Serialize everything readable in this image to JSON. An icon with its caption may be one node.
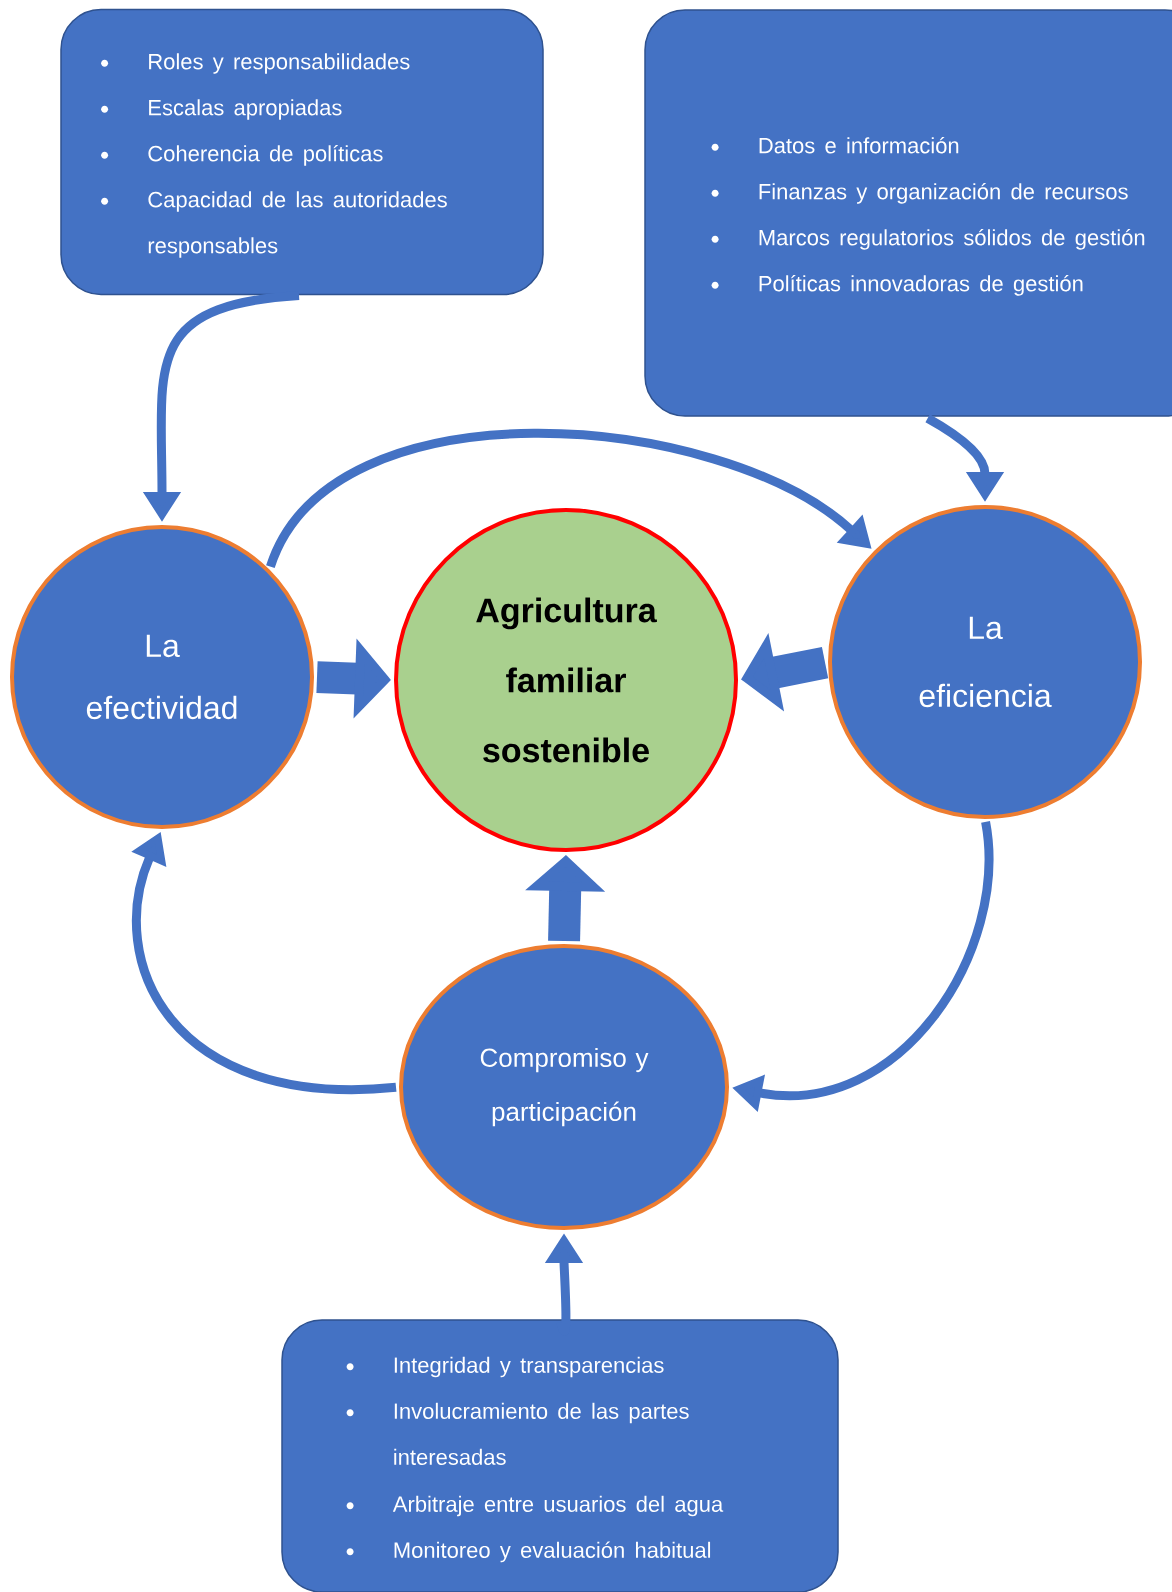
{
  "diagram": {
    "nodes": [
      {
        "text": [
          "Roles y responsabilidades",
          "Escalas apropiadas",
          "Coherencia de políticas",
          "Capacidad de las autoridades responsables"
        ]
      },
      {
        "text": [
          "Datos e información",
          "Finanzas y organización de recursos",
          "Marcos regulatorios sólidos de gestión",
          "Políticas innovadoras de gestión"
        ]
      },
      {
        "text": [
          "La efectividad"
        ]
      },
      {
        "text": [
          "Agricultura familiar sostenible"
        ]
      },
      {
        "text": [
          "La eficiencia"
        ]
      },
      {
        "text": [
          "Compromiso y participación"
        ]
      },
      {
        "text": [
          "Integridad y transparencias",
          "Involucramiento de las partes interesadas",
          "Arbitraje entre usuarios del agua",
          "Monitoreo y evaluación habitual"
        ]
      }
    ],
    "edges": [
      {
        "from": 0,
        "to": 2,
        "arrow": "to"
      },
      {
        "from": 1,
        "to": 4,
        "arrow": "to"
      },
      {
        "from": 2,
        "to": 4,
        "arrow": "to"
      },
      {
        "from": 2,
        "to": 3,
        "arrow": "to",
        "style": "thick"
      },
      {
        "from": 4,
        "to": 3,
        "arrow": "to",
        "style": "thick"
      },
      {
        "from": 5,
        "to": 3,
        "arrow": "to",
        "style": "thick"
      },
      {
        "from": 5,
        "to": 2,
        "arrow": "to"
      },
      {
        "from": 4,
        "to": 5,
        "arrow": "to"
      },
      {
        "from": 6,
        "to": 5,
        "arrow": "to"
      }
    ]
  }
}
